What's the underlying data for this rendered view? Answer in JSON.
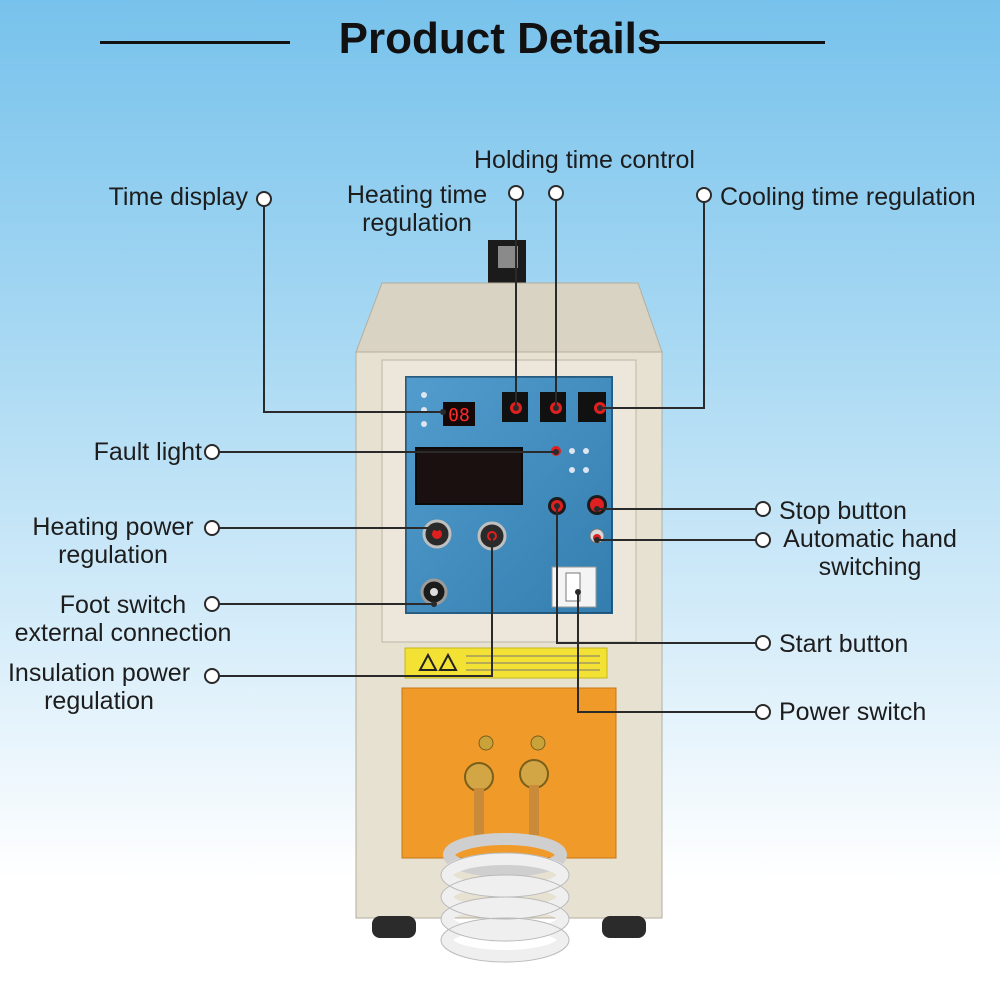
{
  "title": "Product Details",
  "colors": {
    "leader_line": "#2a2a2a",
    "cabinet": "#e7e1d1",
    "panel": "#3a8fc7",
    "lower_panel": "#f09a2a",
    "warning_strip": "#f3e233",
    "knob_red": "#e02020"
  },
  "callouts": {
    "time_display": "Time display",
    "heating_time_regulation": "Heating time\nregulation",
    "holding_time_control": "Holding time control",
    "cooling_time_regulation": "Cooling time regulation",
    "fault_light": "Fault light",
    "heating_power_regulation": "Heating power\nregulation",
    "foot_switch_external_connection": "Foot switch\nexternal connection",
    "insulation_power_regulation": "Insulation power\nregulation",
    "stop_button": "Stop button",
    "automatic_hand_switching": "Automatic hand\nswitching",
    "start_button": "Start button",
    "power_switch": "Power switch"
  },
  "device": {
    "display_readout": "08"
  }
}
